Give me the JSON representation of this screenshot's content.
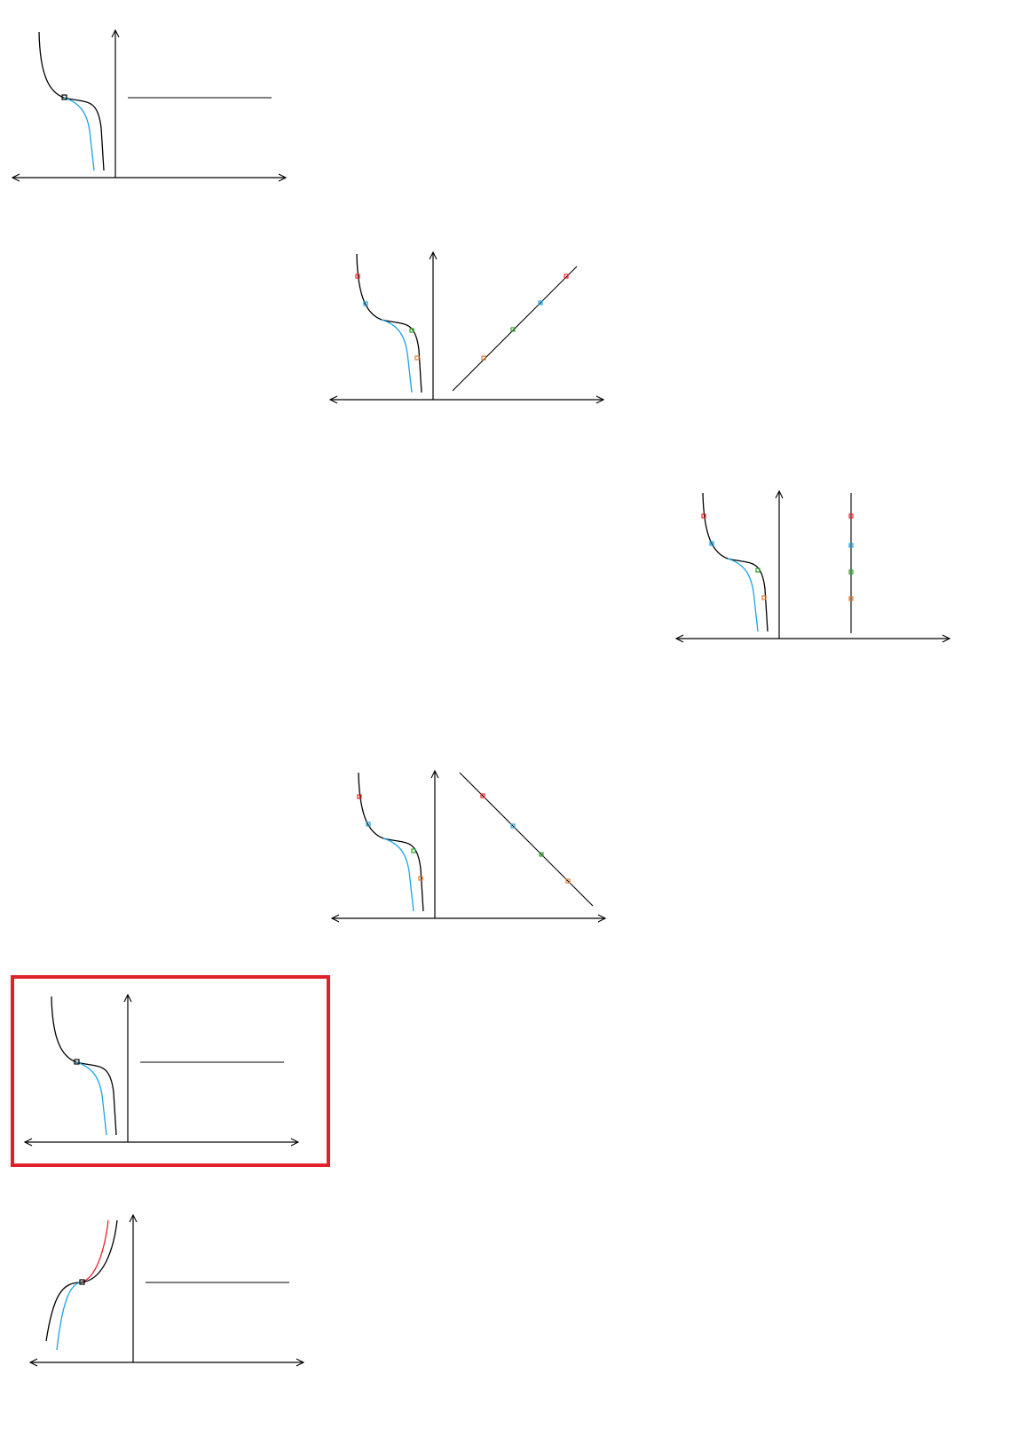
{
  "colors": {
    "axis": "#000000",
    "main_curve": "#000000",
    "shifted_curve": "#1aa3e8",
    "upper_branch": "#e8242a",
    "highlight_box": "#e0202a",
    "marker_red": "#e8242a",
    "marker_blue": "#1aa3e8",
    "marker_green": "#2aa52a",
    "marker_orange": "#e07a30",
    "marker_black": "#000000"
  },
  "panels": [
    {
      "id": "panel-1",
      "right_plot": "horizontal-line",
      "markers": [
        "black"
      ],
      "highlighted": false
    },
    {
      "id": "panel-2",
      "right_plot": "rising-line",
      "markers": [
        "red",
        "blue",
        "green",
        "orange"
      ],
      "highlighted": false
    },
    {
      "id": "panel-3",
      "right_plot": "vertical-line",
      "markers": [
        "red",
        "blue",
        "green",
        "orange"
      ],
      "highlighted": false
    },
    {
      "id": "panel-4",
      "right_plot": "falling-line",
      "markers": [
        "red",
        "blue",
        "green",
        "orange"
      ],
      "highlighted": false
    },
    {
      "id": "panel-5",
      "right_plot": "horizontal-line",
      "markers": [
        "black"
      ],
      "highlighted": true
    },
    {
      "id": "panel-6",
      "right_plot": "horizontal-line",
      "markers": [
        "black"
      ],
      "highlighted": false,
      "upper_branch": true
    }
  ]
}
